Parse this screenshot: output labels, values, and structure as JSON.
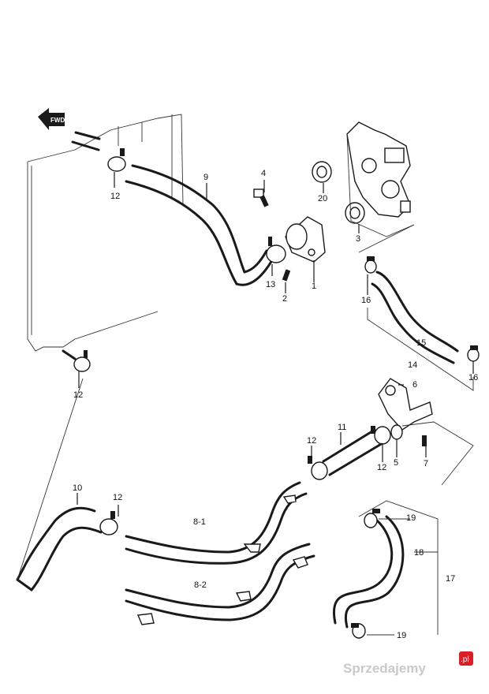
{
  "direction_marker": "FWD",
  "callouts": {
    "c1": "1",
    "c2": "2",
    "c3": "3",
    "c4": "4",
    "c5": "5",
    "c6": "6",
    "c7": "7",
    "c8_1": "8-1",
    "c8_2": "8-2",
    "c9": "9",
    "c10": "10",
    "c11": "11",
    "c12": "12",
    "c13": "13",
    "c14": "14",
    "c15": "15",
    "c16": "16",
    "c17": "17",
    "c18": "18",
    "c19": "19",
    "c20": "20"
  },
  "watermark": {
    "text": "Sprzedajemy",
    "suffix": ".pl"
  },
  "colors": {
    "ink": "#1a1a1a",
    "paper": "#ffffff",
    "watermark": "#c9c9c9",
    "badge": "#d81f26"
  }
}
